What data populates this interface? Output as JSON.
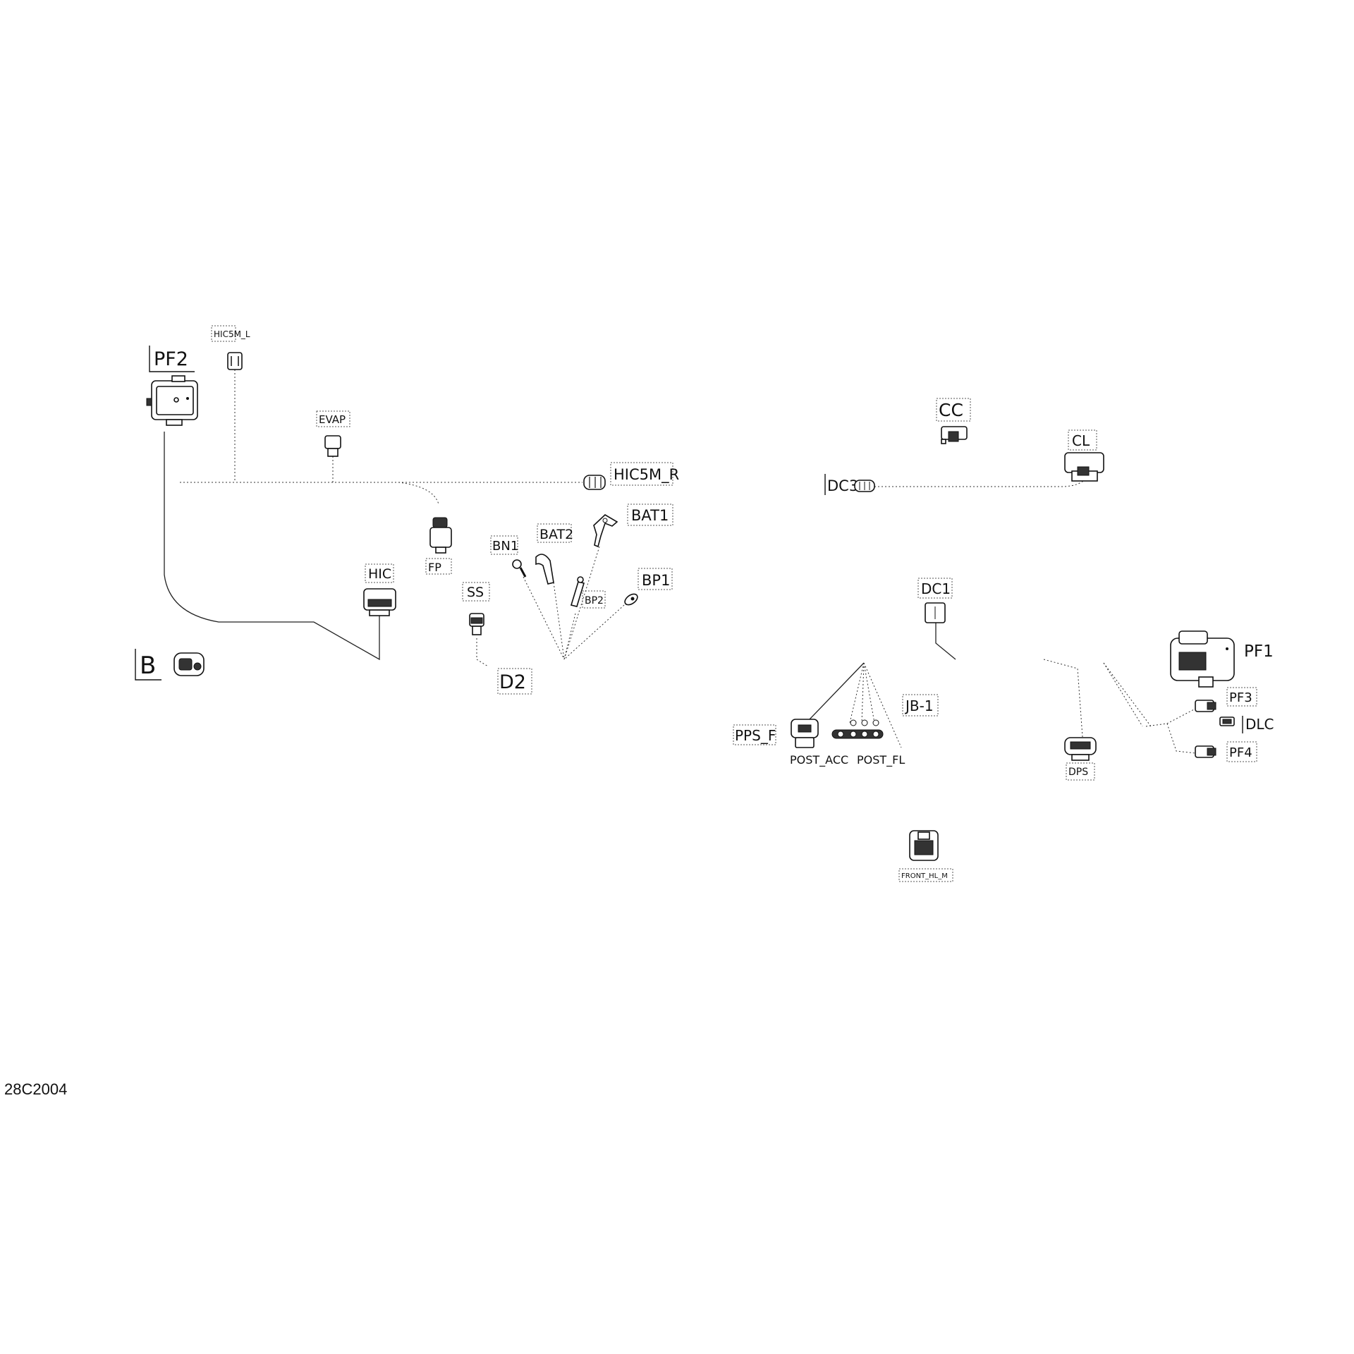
{
  "figure_id": "28C2004",
  "connectors": {
    "pf2": "PF2",
    "hic5m_l": "HIC5M_L",
    "evap": "EVAP",
    "hic5m_r": "HIC5M_R",
    "bat1": "BAT1",
    "bat2": "BAT2",
    "bn1": "BN1",
    "fp": "FP",
    "hic": "HIC",
    "ss": "SS",
    "bp1": "BP1",
    "bp2": "BP2",
    "d2": "D2",
    "b": "B",
    "cc": "CC",
    "cl": "CL",
    "dc3": "DC3",
    "dc1": "DC1",
    "pf1": "PF1",
    "pf3": "PF3",
    "dlc": "DLC",
    "pf4": "PF4",
    "dps": "DPS",
    "jb1": "JB-1",
    "pps_f": "PPS_F",
    "post_acc": "POST_ACC",
    "post_fl": "POST_FL",
    "front_hl_m": "FRONT_HL_M"
  }
}
